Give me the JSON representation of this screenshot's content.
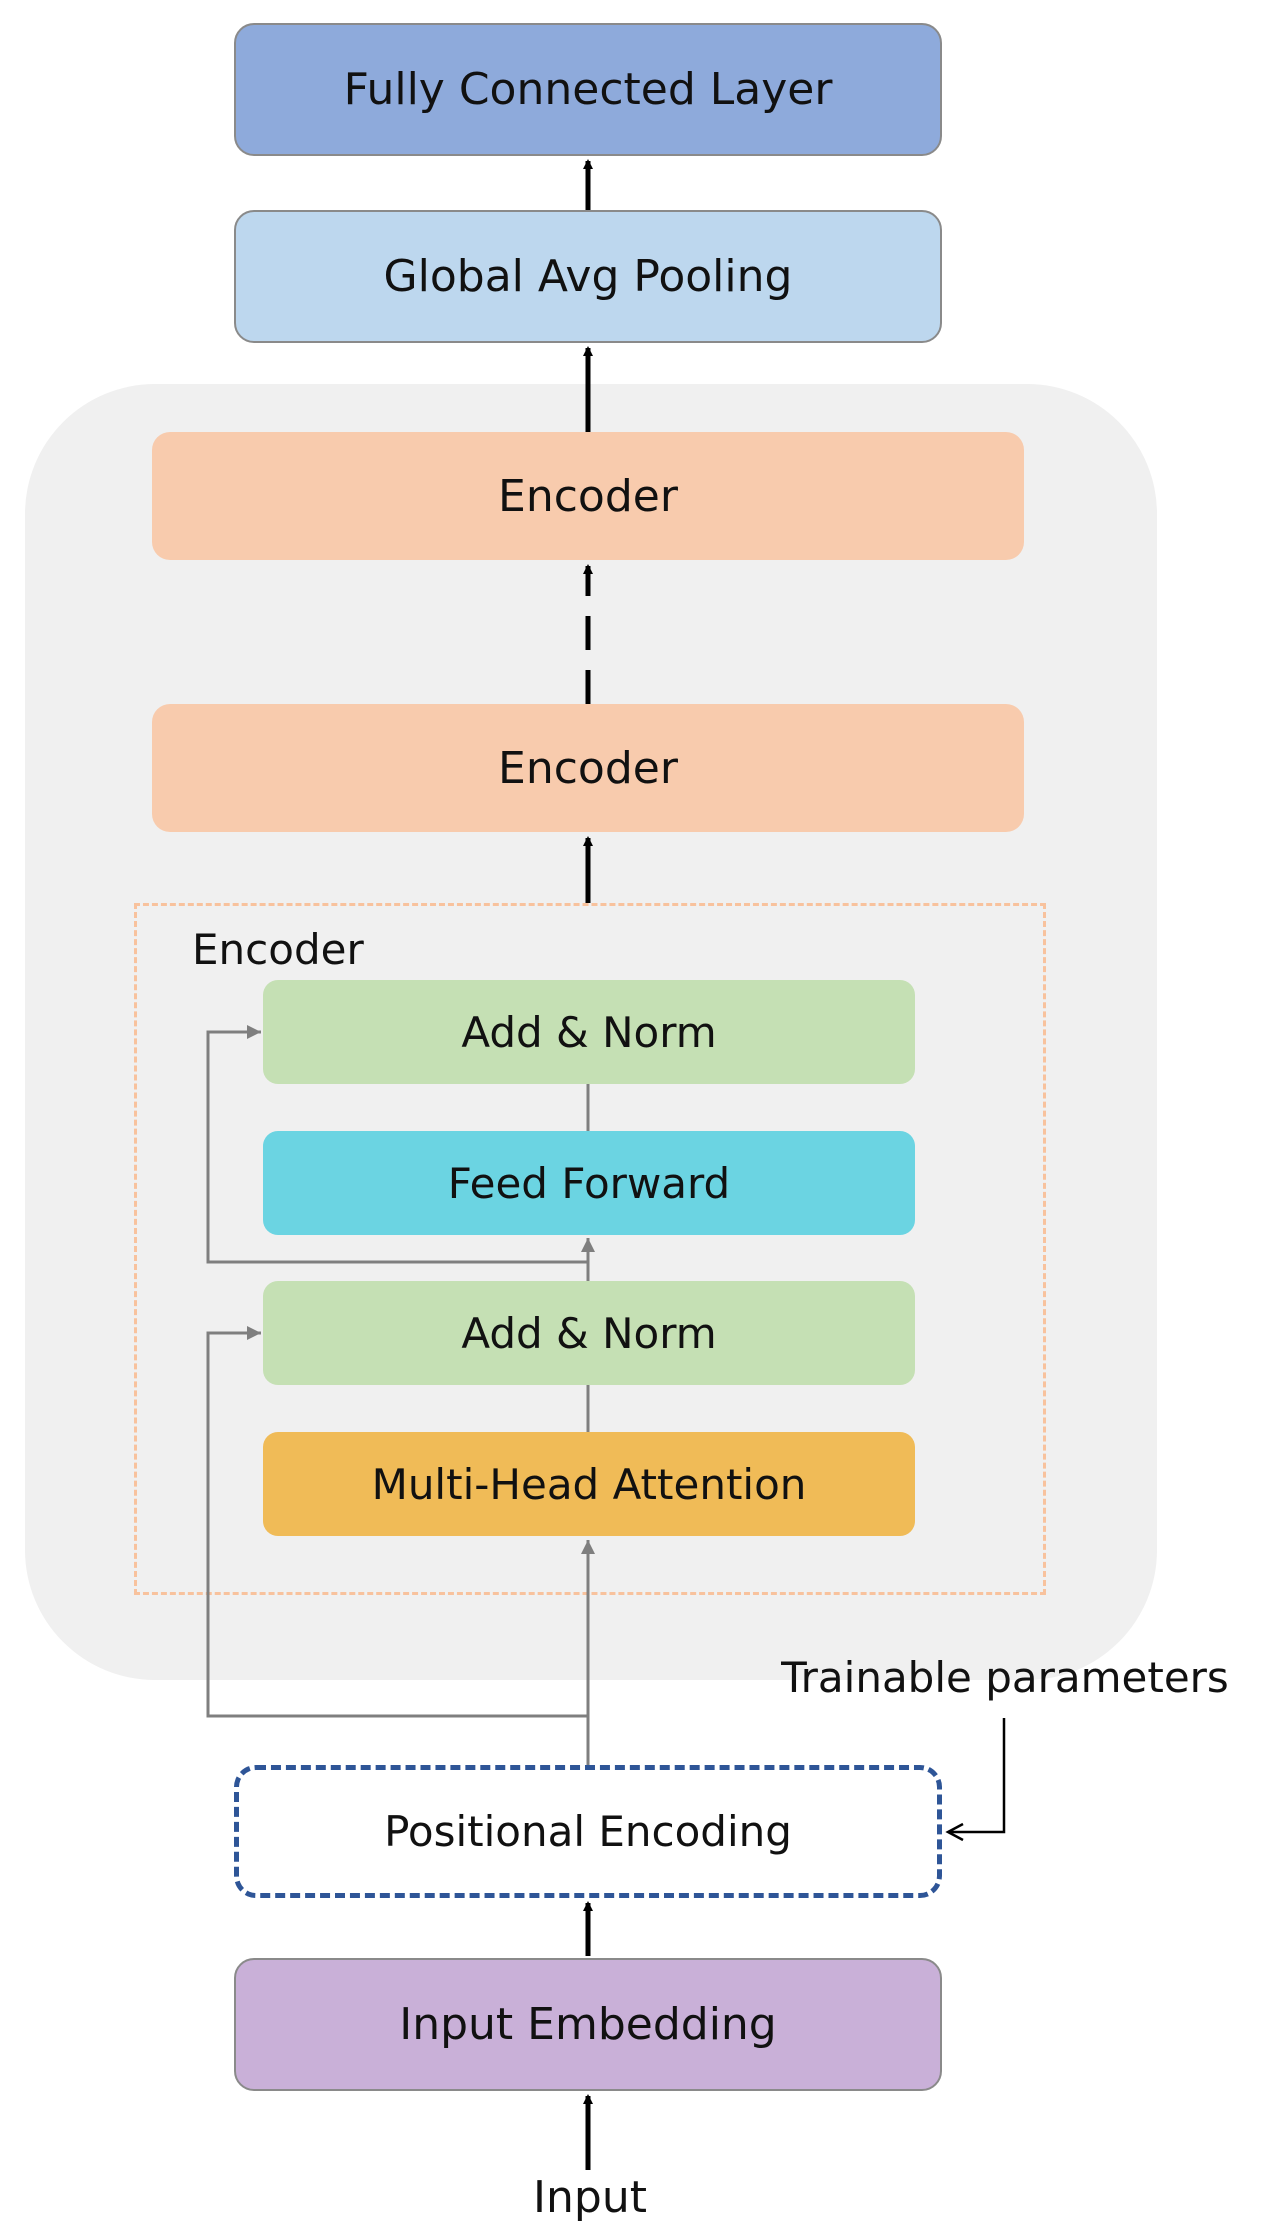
{
  "diagram": {
    "fully_connected": "Fully Connected Layer",
    "global_avg_pooling": "Global Avg Pooling",
    "encoder_top": "Encoder",
    "encoder_mid": "Encoder",
    "encoder_block_label": "Encoder",
    "add_norm_top": "Add & Norm",
    "feed_forward": "Feed Forward",
    "add_norm_bottom": "Add & Norm",
    "multi_head_attention": "Multi-Head Attention",
    "positional_encoding": "Positional Encoding",
    "trainable_parameters": "Trainable parameters",
    "input_embedding": "Input Embedding",
    "input": "Input"
  },
  "colors": {
    "fully_connected": "#8eaadb",
    "global_avg_pooling": "#bdd7ee",
    "encoder": "#f8cbad",
    "add_norm": "#c5e0b4",
    "feed_forward": "#6bd4e2",
    "multi_head_attention": "#f0bb57",
    "positional_encoding_border": "#2e5597",
    "input_embedding": "#c9b0d8",
    "stack_background": "#f0f0f0",
    "encoder_block_border": "#f8c29d"
  }
}
